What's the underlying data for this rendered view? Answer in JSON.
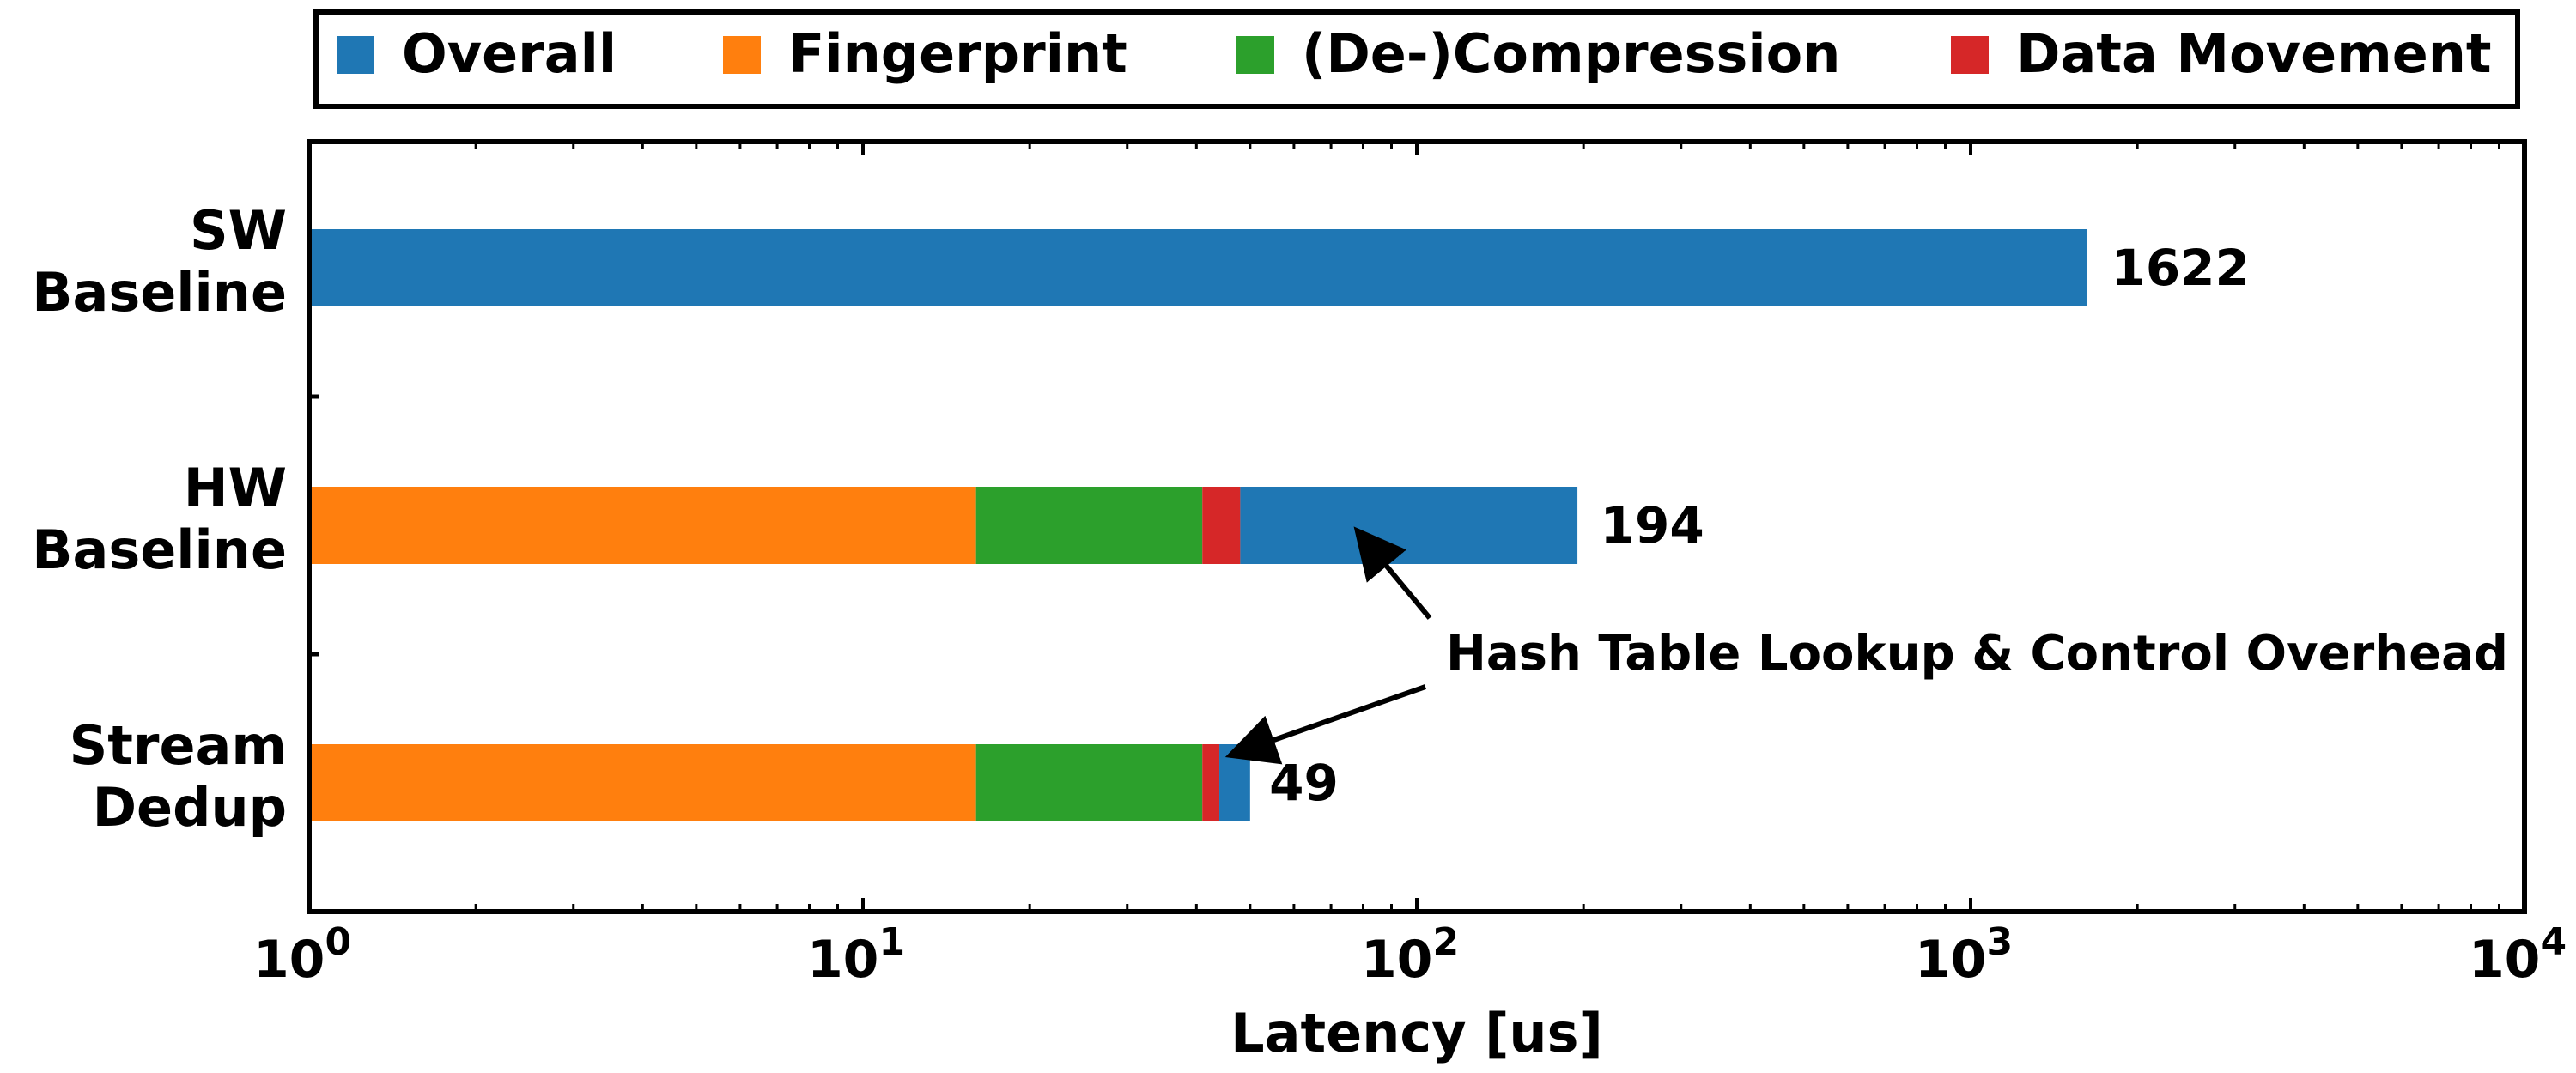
{
  "chart_data": {
    "type": "bar",
    "orientation": "horizontal",
    "stacked": true,
    "xscale": "log",
    "xlim": [
      1,
      10000
    ],
    "xticks": [
      1,
      10,
      100,
      1000,
      10000
    ],
    "xtick_labels": [
      {
        "base": "10",
        "exp": "0"
      },
      {
        "base": "10",
        "exp": "1"
      },
      {
        "base": "10",
        "exp": "2"
      },
      {
        "base": "10",
        "exp": "3"
      },
      {
        "base": "10",
        "exp": "4"
      }
    ],
    "xlabel": "Latency [us]",
    "ylabel": "",
    "categories": [
      {
        "lines": [
          "SW",
          "Baseline"
        ]
      },
      {
        "lines": [
          "HW",
          "Baseline"
        ]
      },
      {
        "lines": [
          "Stream",
          "Dedup"
        ]
      }
    ],
    "legend_position": "top, outside plot, single row",
    "series": [
      {
        "name": "Fingerprint",
        "color": "#ff7f0e",
        "values": [
          0,
          15,
          15
        ]
      },
      {
        "name": "(De-)Compression",
        "color": "#2ca02c",
        "values": [
          0,
          25,
          25
        ]
      },
      {
        "name": "Data Movement",
        "color": "#d62728",
        "values": [
          0,
          7,
          3
        ]
      },
      {
        "name": "Overall",
        "color": "#1f77b4",
        "values": [
          1622,
          147,
          6
        ]
      }
    ],
    "legend": [
      {
        "name": "Overall",
        "color": "#1f77b4"
      },
      {
        "name": "Fingerprint",
        "color": "#ff7f0e"
      },
      {
        "name": "(De-)Compression",
        "color": "#2ca02c"
      },
      {
        "name": "Data Movement",
        "color": "#d62728"
      }
    ],
    "totals": [
      1622,
      194,
      49
    ],
    "total_labels": [
      "1622",
      "194",
      "49"
    ],
    "annotation": {
      "text": "Hash Table Lookup & Control Overhead",
      "points_to": [
        {
          "category_index": 1,
          "x_value": 78
        },
        {
          "category_index": 2,
          "x_value": 46
        }
      ]
    },
    "grid": false
  }
}
